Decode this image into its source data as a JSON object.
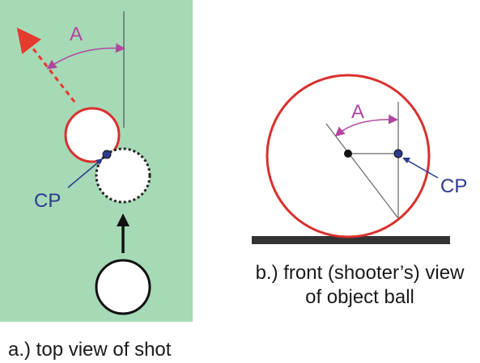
{
  "panel_a": {
    "angle_label": "A",
    "cp_label": "CP",
    "caption": "a.) top view of shot"
  },
  "panel_b": {
    "angle_label": "A",
    "cp_label": "CP",
    "caption_line1": "b.) front (shooter’s) view",
    "caption_line2": "of object ball"
  },
  "colors": {
    "table_green": "#a6d9b6",
    "ball_red": "#d9302e",
    "angle_purple": "#b0479f",
    "cp_blue": "#2e3a8c",
    "aim_arrow_red": "#e53a2e"
  }
}
